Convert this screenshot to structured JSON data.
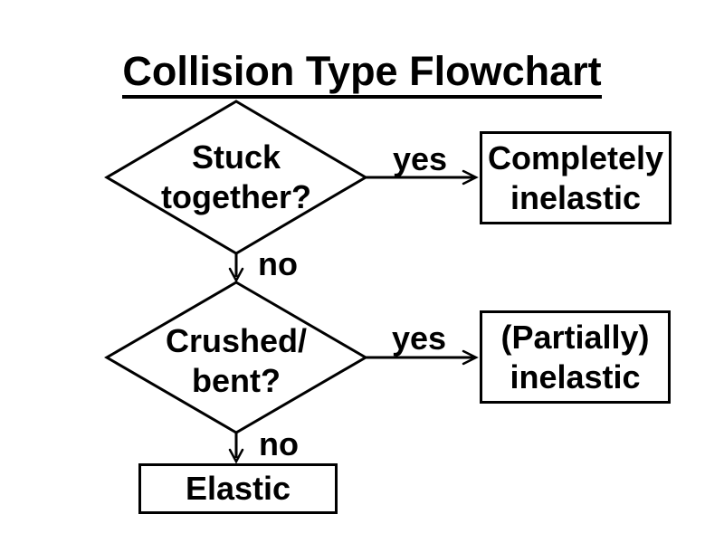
{
  "page": {
    "background_color": "#ffffff",
    "ink_color": "#000000"
  },
  "title": {
    "text": "Collision Type Flowchart"
  },
  "flowchart": {
    "decisions": [
      {
        "id": "stuck-together",
        "line1": "Stuck",
        "line2": "together?"
      },
      {
        "id": "crushed-bent",
        "line1": "Crushed/",
        "line2": "bent?"
      }
    ],
    "outcomes": [
      {
        "id": "completely-inelastic",
        "line1": "Completely",
        "line2": "inelastic"
      },
      {
        "id": "partially-inelastic",
        "line1": "(Partially)",
        "line2": "inelastic"
      },
      {
        "id": "elastic",
        "line1": "Elastic"
      }
    ],
    "edges": [
      {
        "from": "stuck-together",
        "to": "completely-inelastic",
        "label": "yes"
      },
      {
        "from": "stuck-together",
        "to": "crushed-bent",
        "label": "no"
      },
      {
        "from": "crushed-bent",
        "to": "partially-inelastic",
        "label": "yes"
      },
      {
        "from": "crushed-bent",
        "to": "elastic",
        "label": "no"
      }
    ]
  }
}
